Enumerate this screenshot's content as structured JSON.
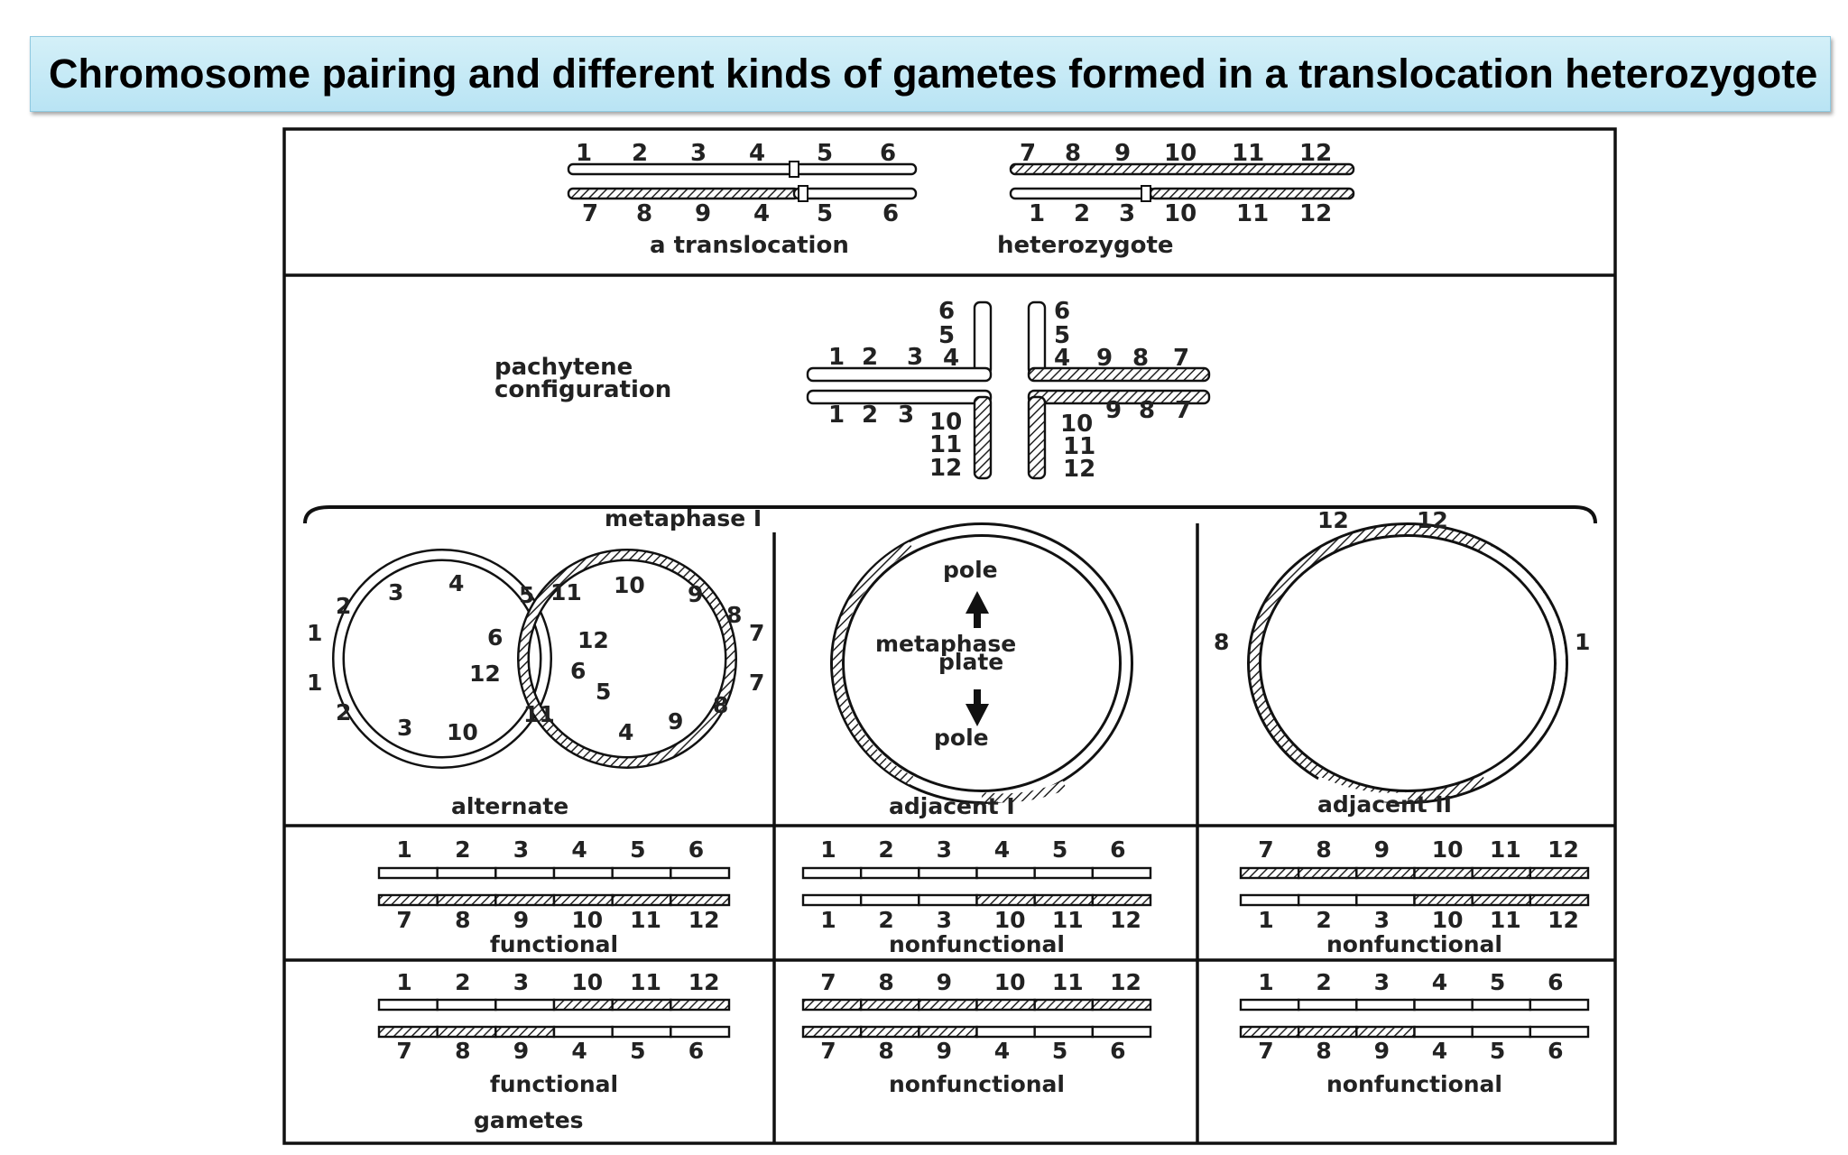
{
  "title": "Chromosome pairing and different kinds of gametes formed in a translocation heterozygote",
  "figure": {
    "heterozygote": {
      "normal_top": [
        "1",
        "2",
        "3",
        "4",
        "5",
        "6"
      ],
      "normal_top2": [
        "7",
        "8",
        "9",
        "10",
        "11",
        "12"
      ],
      "trans_bottom": [
        "7",
        "8",
        "9",
        "4",
        "5",
        "6"
      ],
      "trans_bottom2": [
        "1",
        "2",
        "3",
        "10",
        "11",
        "12"
      ],
      "caption_a": "a translocation",
      "caption_b": "heterozygote"
    },
    "pachytene": {
      "label_line1": "pachytene",
      "label_line2": "configuration",
      "n1": "1",
      "n2": "2",
      "n3": "3",
      "n4": "4",
      "n5": "5",
      "n6": "6",
      "n7": "7",
      "n8": "8",
      "n9": "9",
      "n10": "10",
      "n11": "11",
      "n12": "12"
    },
    "metaphase": {
      "label": "metaphase I",
      "pole": "pole",
      "plate_line1": "metaphase",
      "plate_line2": "plate",
      "alternate": "alternate",
      "adjacent1": "adjacent I",
      "adjacent2": "adjacent II"
    },
    "gametes": {
      "row1": [
        {
          "top": [
            "1",
            "2",
            "3",
            "4",
            "5",
            "6"
          ],
          "bottom": [
            "7",
            "8",
            "9",
            "10",
            "11",
            "12"
          ],
          "caption": "functional"
        },
        {
          "top": [
            "1",
            "2",
            "3",
            "4",
            "5",
            "6"
          ],
          "bottom": [
            "1",
            "2",
            "3",
            "10",
            "11",
            "12"
          ],
          "caption": "nonfunctional"
        },
        {
          "top": [
            "7",
            "8",
            "9",
            "10",
            "11",
            "12"
          ],
          "bottom": [
            "1",
            "2",
            "3",
            "10",
            "11",
            "12"
          ],
          "caption": "nonfunctional"
        }
      ],
      "row2": [
        {
          "top": [
            "1",
            "2",
            "3",
            "10",
            "11",
            "12"
          ],
          "bottom": [
            "7",
            "8",
            "9",
            "4",
            "5",
            "6"
          ],
          "caption": "functional"
        },
        {
          "top": [
            "7",
            "8",
            "9",
            "10",
            "11",
            "12"
          ],
          "bottom": [
            "7",
            "8",
            "9",
            "4",
            "5",
            "6"
          ],
          "caption": "nonfunctional"
        },
        {
          "top": [
            "1",
            "2",
            "3",
            "4",
            "5",
            "6"
          ],
          "bottom": [
            "7",
            "8",
            "9",
            "4",
            "5",
            "6"
          ],
          "caption": "nonfunctional"
        }
      ],
      "gametes_label": "gametes"
    }
  }
}
